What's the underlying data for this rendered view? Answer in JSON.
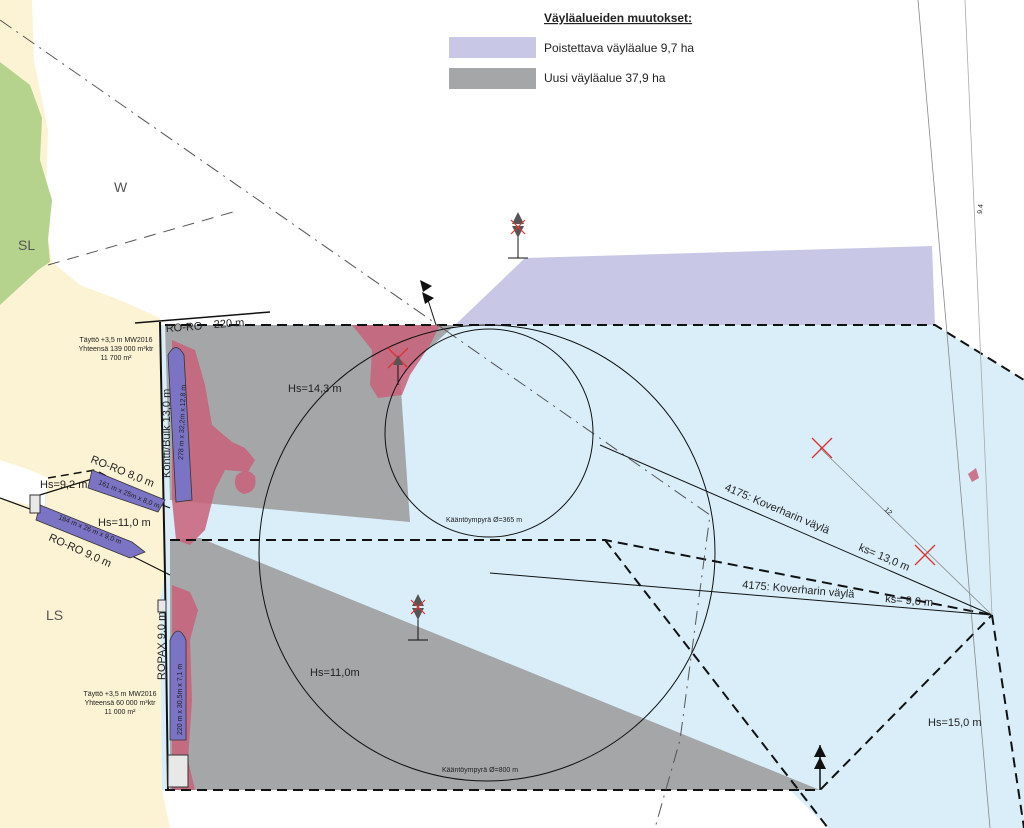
{
  "legend": {
    "title": "Väyläalueiden muutokset:",
    "items": [
      {
        "label": "Poistettava väyläalue 9,7 ha",
        "color": "#c8c8e6"
      },
      {
        "label": "Uusi väyläalue 37,9 ha",
        "color": "#a4a6a8"
      }
    ]
  },
  "colors": {
    "land_sand": "#fcf3d4",
    "land_green": "#b5d38d",
    "water_light": "#d9eef9",
    "fairway_grey": "#a4a6a8",
    "removed_purple": "#c8c8e6",
    "shallow_red": "#c9607a",
    "ship_blue": "#7b74c4"
  },
  "area_labels": {
    "w": "W",
    "sl": "SL",
    "ls": "LS"
  },
  "quays": {
    "roro_top": "RO-RO",
    "roro_top_len": "220 m",
    "kontti": "Kontti/Bulk 13,0 m",
    "roro8": "RO-RO 8,0 m",
    "roro9": "RO-RO 9,0 m",
    "ropax": "ROPAX 9,0 m"
  },
  "depths": {
    "hs92": "Hs=9,2 m",
    "hs110_left": "Hs=11,0 m",
    "hs143": "Hs=14,3 m",
    "hs110": "Hs=11,0m",
    "hs150": "Hs=15,0 m"
  },
  "fill_notes": {
    "top": [
      "Täyttö +3,5 m MW2016",
      "Yhteensä 139 000 m³ktr",
      "11 700 m²"
    ],
    "bottom": [
      "Täyttö +3,5 m MW2016",
      "Yhteensä 60 000 m³ktr",
      "11 000 m²"
    ]
  },
  "ships": {
    "s1": "278 m x 32,2m x 12,8 m",
    "s2": "161 m x 25m x 8,0 m",
    "s3": "184 m x 26 m x 9,0 m",
    "s4": "220 m x 30,5m x 7,1 m"
  },
  "turning_circles": {
    "small": "Kääntöympyrä Ø=365 m",
    "large": "Kääntöympyrä Ø=800 m"
  },
  "fairways": {
    "f13_name": "4175: Koverharin väylä",
    "f13_depth": "ks= 13,0 m",
    "f9_name": "4175: Koverharin väylä",
    "f9_depth": "ks= 9,0 m"
  },
  "misc": {
    "mark94": "9.4",
    "mark12": "12"
  }
}
